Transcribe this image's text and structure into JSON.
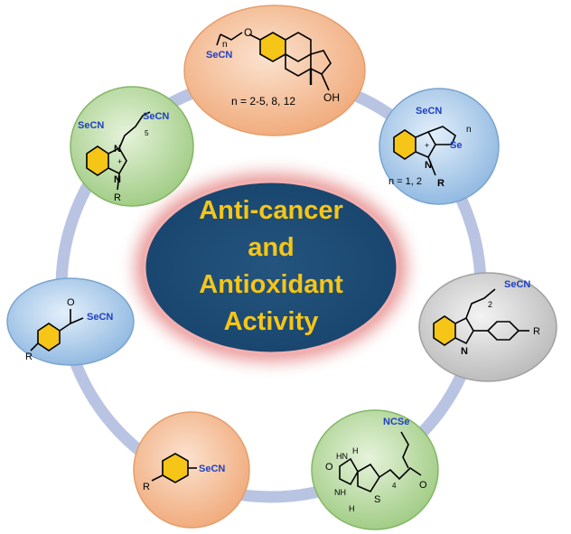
{
  "center": {
    "lines": [
      "Anti-cancer",
      "and",
      "Antioxidant",
      "Activity"
    ],
    "text_color": "#f5c518",
    "fill_color": "#1f4e79",
    "glow_color": "#e06060"
  },
  "ring_color": "#b9c4e3",
  "structures": {
    "estradiol": {
      "group": "SeCN",
      "o_label": "O",
      "n_label": "n",
      "oh_label": "OH",
      "caption": "n = 2-5, 8, 12"
    },
    "imidazolium_top_right": {
      "anion": "SeCN",
      "se_label": "Se",
      "n_label": "n",
      "r_label": "R",
      "n_atom": "N",
      "plus": "+",
      "caption": "n = 1, 2"
    },
    "benzimidazole_right": {
      "group": "SeCN",
      "sub_label": "2",
      "r_label": "R",
      "n_atom": "N"
    },
    "biotin": {
      "group": "NCSe",
      "o_label": "O",
      "s_label": "S",
      "hn_label": "HN",
      "nh_label": "NH",
      "h_label": "H",
      "sub_label": "4"
    },
    "aryl_selenocyanate": {
      "group": "SeCN",
      "r_label": "R"
    },
    "phenacyl": {
      "group": "SeCN",
      "o_label": "O",
      "r_label": "R"
    },
    "imidazolium_top_left": {
      "anion": "SeCN",
      "group": "SeCN",
      "sub_label": "5",
      "n_atom": "N",
      "r_label": "R",
      "plus": "+"
    }
  },
  "colors": {
    "peach": "#f4b183",
    "blue": "#9dc3e6",
    "grey": "#c9c9c9",
    "green": "#a9d18e",
    "aromatic": "#f5c518",
    "secn_text": "#1f3fbf"
  }
}
